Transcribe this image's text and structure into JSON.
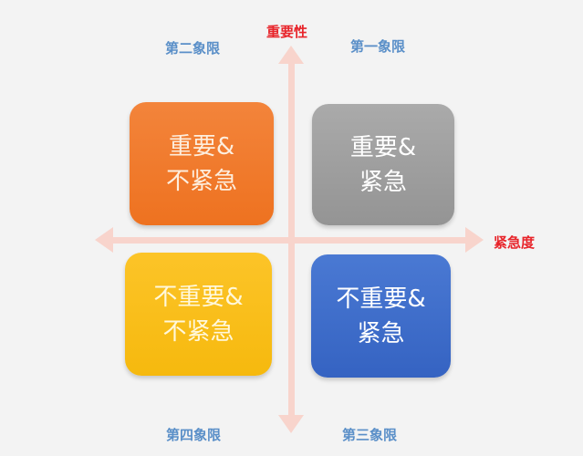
{
  "axes": {
    "vertical_label": "重要性",
    "horizontal_label": "紧急度",
    "axis_color": "#f8d4cc",
    "label_color": "#e8242a"
  },
  "quadrant_labels": {
    "q1": "第一象限",
    "q2": "第二象限",
    "q3": "第三象限",
    "q4": "第四象限",
    "color": "#5a8fc8"
  },
  "boxes": {
    "q2": {
      "line1": "重要&",
      "line2": "不紧急",
      "color": "#ee7220"
    },
    "q1": {
      "line1": "重要&",
      "line2": "紧急",
      "color": "#a0a0a0"
    },
    "q4": {
      "line1": "不重要&",
      "line2": "不紧急",
      "color": "#f8bd14"
    },
    "q3": {
      "line1": "不重要&",
      "line2": "紧急",
      "color": "#3d6bc8"
    }
  }
}
